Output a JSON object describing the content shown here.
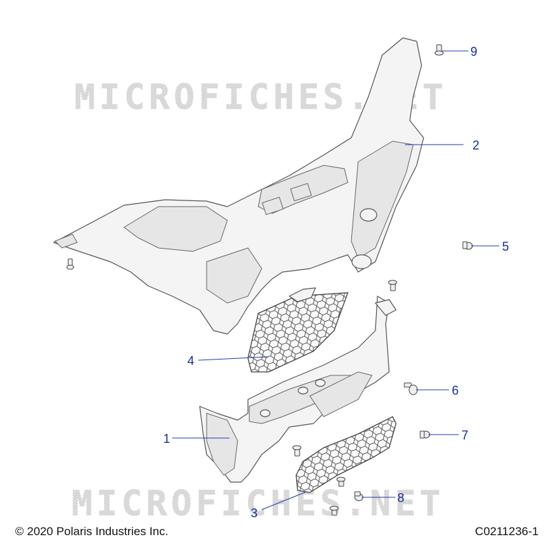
{
  "watermark": "MICROFICHES.NET",
  "footer": {
    "copyright": "© 2020 Polaris Industries Inc.",
    "drawing_id": "C0211236-1"
  },
  "callouts": [
    {
      "id": "1",
      "label": "1"
    },
    {
      "id": "2",
      "label": "2"
    },
    {
      "id": "3",
      "label": "3"
    },
    {
      "id": "4",
      "label": "4"
    },
    {
      "id": "5",
      "label": "5"
    },
    {
      "id": "6",
      "label": "6"
    },
    {
      "id": "7",
      "label": "7"
    },
    {
      "id": "8",
      "label": "8"
    },
    {
      "id": "9",
      "label": "9"
    }
  ],
  "colors": {
    "callout": "#1a2f9a",
    "outline": "#555555",
    "watermark": "#d9d9d9"
  }
}
